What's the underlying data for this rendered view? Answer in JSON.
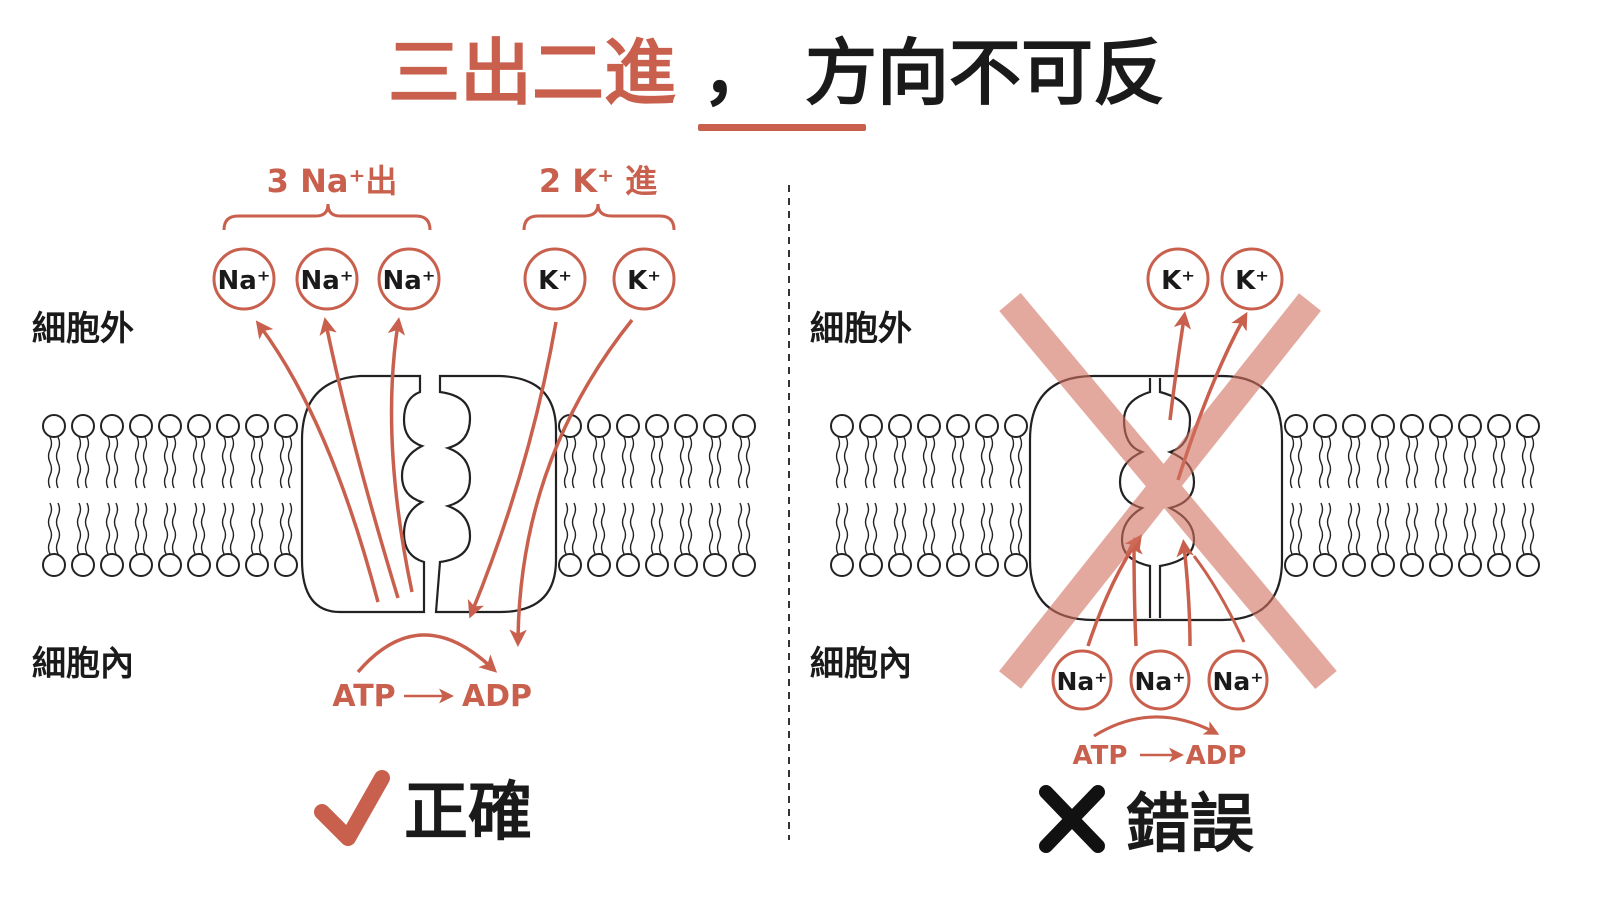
{
  "title": {
    "highlight": "三出二進",
    "separator": "，",
    "rest": "方向不可反"
  },
  "colors": {
    "accent": "#c9604d",
    "accent_light": "#dc9a8c",
    "ink": "#1a1a1a",
    "outline": "#222222"
  },
  "correct_panel": {
    "label_outside": "細胞外",
    "label_inside": "細胞內",
    "bracket_na_text": "3 Na⁺出",
    "bracket_k_text": "2 K⁺ 進",
    "ions_out": [
      "Na⁺",
      "Na⁺",
      "Na⁺"
    ],
    "ions_in": [
      "K⁺",
      "K⁺"
    ],
    "atp": "ATP",
    "adp": "ADP",
    "verdict_mark": "✓",
    "verdict_text": "正確"
  },
  "wrong_panel": {
    "label_outside": "細胞外",
    "label_inside": "細胞內",
    "ions_out": [
      "K⁺",
      "K⁺"
    ],
    "ions_in": [
      "Na⁺",
      "Na⁺",
      "Na⁺"
    ],
    "atp": "ATP",
    "adp": "ADP",
    "verdict_mark": "✕",
    "verdict_text": "錯誤"
  }
}
